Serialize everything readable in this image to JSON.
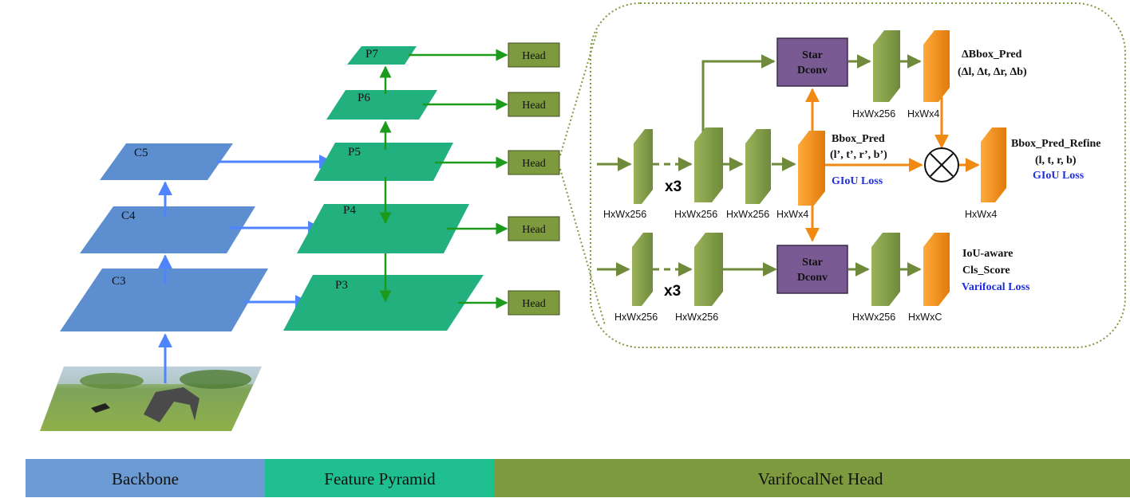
{
  "backbone": {
    "levels": [
      "C5",
      "C4",
      "C3"
    ]
  },
  "pyramid": {
    "levels": [
      "P7",
      "P6",
      "P5",
      "P4",
      "P3"
    ]
  },
  "heads": [
    "Head",
    "Head",
    "Head",
    "Head",
    "Head"
  ],
  "detail": {
    "star_dconv_top": [
      "Star",
      "Dconv"
    ],
    "star_dconv_bottom": [
      "Star",
      "Dconv"
    ],
    "repeat_top": "x3",
    "repeat_bottom": "x3",
    "delta_pred": [
      "ΔBbox_Pred",
      "(Δl, Δt, Δr, Δb)"
    ],
    "bbox_pred": [
      "Bbox_Pred",
      "(l’, t’, r’, b’)"
    ],
    "bbox_loss": "GIoU Loss",
    "refine": [
      "Bbox_Pred_Refine",
      "(l, t, r, b)"
    ],
    "refine_loss": "GIoU Loss",
    "cls": [
      "IoU-aware",
      "Cls_Score"
    ],
    "cls_loss": "Varifocal Loss",
    "dims": {
      "top_in": "HxWx256",
      "top_x3": "HxWx256",
      "top_mid": "HxWx256",
      "top_pred": "HxWx4",
      "upper_a": "HxWx256",
      "upper_b": "HxWx4",
      "refine": "HxWx4",
      "bot_in": "HxWx256",
      "bot_x3": "HxWx256",
      "bot_mid": "HxWx256",
      "bot_out": "HxWxC"
    }
  },
  "legend": [
    {
      "label": "Backbone",
      "color": "#6b9bd2"
    },
    {
      "label": "Feature Pyramid",
      "color": "#1fbf8f"
    },
    {
      "label": "VarifocalNet Head",
      "color": "#7d9a3e"
    }
  ],
  "colors": {
    "backbone_plane": "#5d8fd0",
    "pyramid_plane": "#22b07e",
    "blue_arrow": "#4f84ff",
    "green_arrow": "#1c9a1c",
    "olive_arrow": "#6e8a3a",
    "orange": "#f08a12",
    "purple": "#7a5a92",
    "head_box": "#7d9a3e"
  }
}
